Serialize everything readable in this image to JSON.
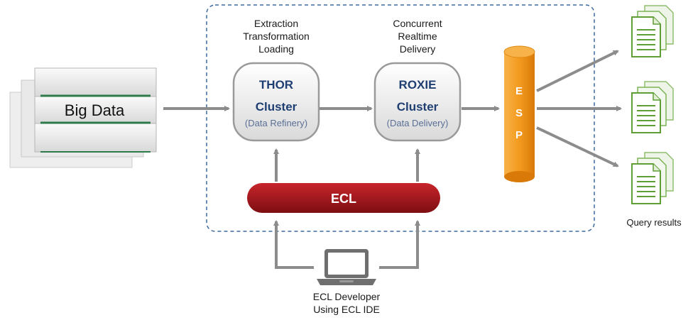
{
  "big_data": {
    "label": "Big Data"
  },
  "thor": {
    "steps": [
      "Extraction",
      "Transformation",
      "Loading"
    ],
    "title": "THOR",
    "subtitle": "Cluster",
    "role": "(Data Refinery)"
  },
  "roxie": {
    "steps": [
      "Concurrent",
      "Realtime",
      "Delivery"
    ],
    "title": "ROXIE",
    "subtitle": "Cluster",
    "role": "(Data Delivery)"
  },
  "esp": {
    "letters": [
      "E",
      "S",
      "P"
    ]
  },
  "ecl": {
    "label": "ECL"
  },
  "developer": {
    "line1": "ECL Developer",
    "line2": "Using ECL IDE"
  },
  "results": {
    "label": "Query results"
  },
  "colors": {
    "arrow": "#8c8c8c",
    "boundary": "#3d6a9e",
    "esp": "#f39a1e",
    "ecl": "#a4161a",
    "document": "#5f9e35",
    "cluster_title": "#1f3f73"
  },
  "icons": {
    "data_store": "server-stack-icon",
    "developer": "laptop-icon",
    "result": "document-stack-icon"
  }
}
